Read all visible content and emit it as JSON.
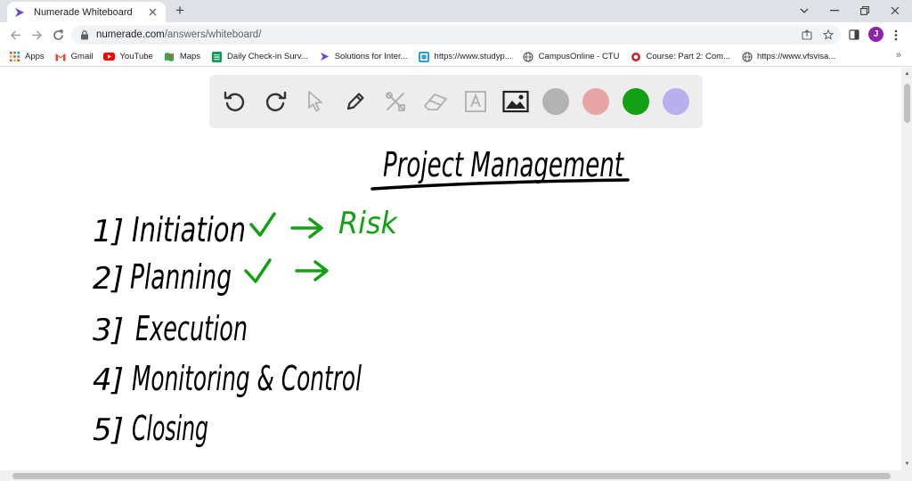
{
  "browser": {
    "tab_title": "Numerade Whiteboard",
    "new_tab_glyph": "+",
    "url_host": "numerade.com",
    "url_path": "/answers/whiteboard/",
    "profile_initial": "J"
  },
  "bookmarks": [
    {
      "label": "Apps",
      "icon": "apps-grid-icon"
    },
    {
      "label": "Gmail",
      "icon": "gmail-icon"
    },
    {
      "label": "YouTube",
      "icon": "youtube-icon"
    },
    {
      "label": "Maps",
      "icon": "maps-icon"
    },
    {
      "label": "Daily Check-in Surv...",
      "icon": "forms-icon"
    },
    {
      "label": "Solutions for Inter...",
      "icon": "numerade-icon"
    },
    {
      "label": "https://www.studyp...",
      "icon": "studyp-icon"
    },
    {
      "label": "CampusOnline - CTU",
      "icon": "globe-icon"
    },
    {
      "label": "Course: Part 2: Com...",
      "icon": "course-icon"
    },
    {
      "label": "https://www.vfsvisa...",
      "icon": "globe-icon"
    }
  ],
  "whiteboard": {
    "tools": [
      "undo-icon",
      "redo-icon",
      "pointer-icon",
      "pen-icon",
      "tools-icon",
      "eraser-icon",
      "text-icon",
      "image-icon"
    ],
    "swatches": [
      "#b3b3b3",
      "#e8a5a5",
      "#14a014",
      "#b7b0ec"
    ],
    "notes": {
      "title": "Project Management",
      "items": [
        {
          "num": "1]",
          "text": "Initiation"
        },
        {
          "num": "2]",
          "text": "Planning"
        },
        {
          "num": "3]",
          "text": "Execution"
        },
        {
          "num": "4]",
          "text": "Monitoring & Control"
        },
        {
          "num": "5]",
          "text": "Closing"
        }
      ],
      "annotation": "Risk"
    },
    "ink_color": "#000000",
    "accent_ink": "#14a014"
  }
}
